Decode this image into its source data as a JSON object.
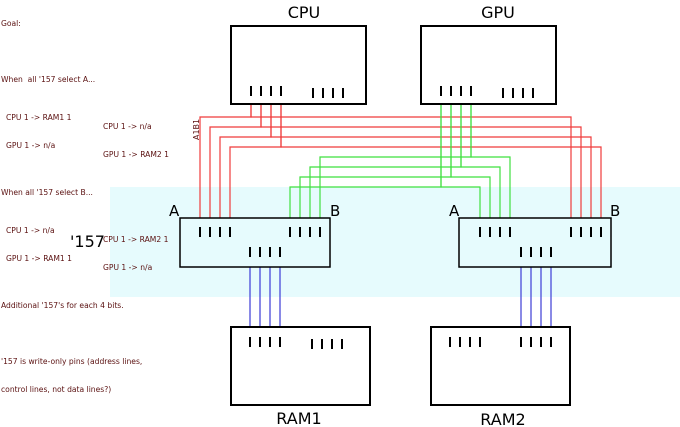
{
  "notes": {
    "goal": "Goal:",
    "when_a": "When  all '157 select A...",
    "a_rows": [
      [
        "CPU 1 -> RAM1 1",
        "CPU 1 -> n/a"
      ],
      [
        "GPU 1 -> n/a",
        "GPU 1 -> RAM2 1"
      ]
    ],
    "when_b": "When all '157 select B...",
    "b_rows": [
      [
        "CPU 1 -> n/a",
        "CPU 1 -> RAM2 1"
      ],
      [
        "GPU 1 -> RAM1 1",
        "GPU 1 -> n/a"
      ]
    ],
    "additional": "Additional '157's for each 4 bits.",
    "write_only_1": "'157 is write-only pins (address lines,",
    "write_only_2": "control lines, not data lines?)"
  },
  "labels": {
    "cpu": "CPU",
    "gpu": "GPU",
    "ram1": "RAM1",
    "ram2": "RAM2",
    "mux": "'157",
    "a": "A",
    "b": "B",
    "a1b1": "A1B1"
  },
  "colors": {
    "red": "#ef3b3b",
    "green": "#3fe03f",
    "blue": "#3b3bd6",
    "highlight": "#e6fbfd"
  }
}
